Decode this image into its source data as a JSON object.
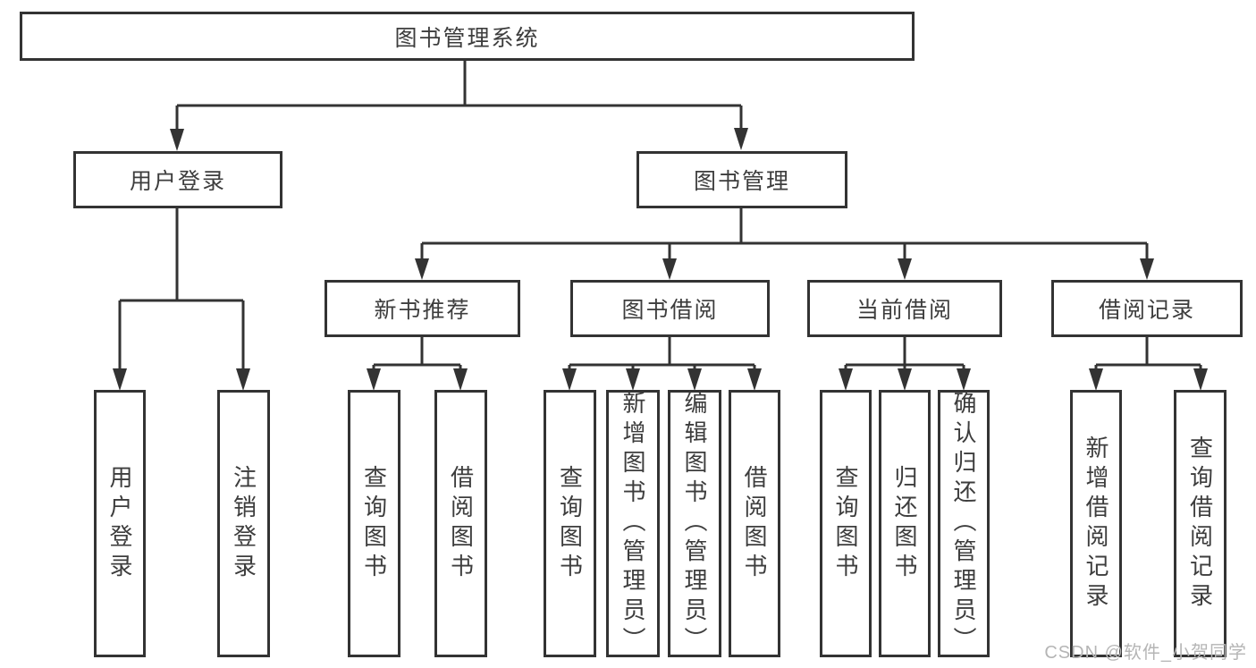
{
  "diagram_title": "图书管理系统",
  "nodes": {
    "root": "图书管理系统",
    "user_login": "用户登录",
    "book_management": "图书管理",
    "new_book_recommendation": "新书推荐",
    "book_borrowing": "图书借阅",
    "current_borrowing": "当前借阅",
    "borrowing_records": "借阅记录"
  },
  "leaves": {
    "user_login": [
      "用户登录",
      "注销登录"
    ],
    "new_book_recommendation": [
      "查询图书",
      "借阅图书"
    ],
    "book_borrowing": [
      "查询图书",
      "新增图书（管理员）",
      "编辑图书（管理员）",
      "借阅图书"
    ],
    "current_borrowing": [
      "查询图书",
      "归还图书",
      "确认归还（管理员）"
    ],
    "borrowing_records": [
      "新增借阅记录",
      "查询借阅记录"
    ]
  },
  "watermark": "CSDN @软件_小贺同学",
  "colors": {
    "line": "#333333",
    "text": "#3d3d3d",
    "watermark": "#b5b5b5",
    "background": "#ffffff"
  }
}
